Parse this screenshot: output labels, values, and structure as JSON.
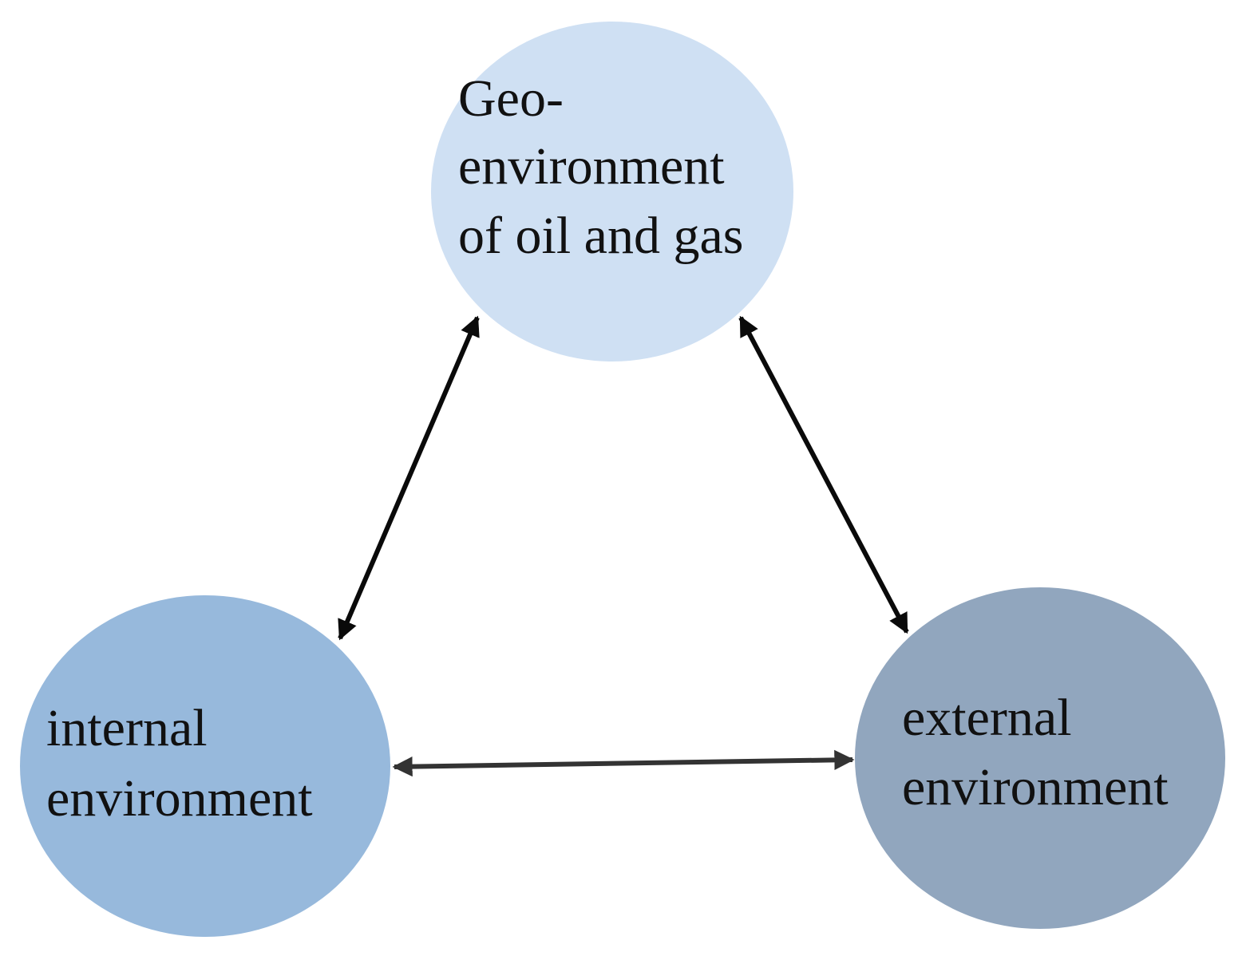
{
  "colors": {
    "geo_node": "#cfe0f3",
    "internal_node": "#97b9dc",
    "external_node": "#91a6be",
    "arrow": "#0a0a0a",
    "arrow_bottom": "#333333"
  },
  "nodes": {
    "geo": {
      "line1": "Geo-",
      "line2": "environment",
      "line3": "of oil and gas"
    },
    "internal": {
      "line1": "internal",
      "line2": "environment"
    },
    "external": {
      "line1": "external",
      "line2": "environment"
    }
  },
  "edges": [
    {
      "from": "geo",
      "to": "internal",
      "direction": "bidirectional"
    },
    {
      "from": "geo",
      "to": "external",
      "direction": "bidirectional"
    },
    {
      "from": "internal",
      "to": "external",
      "direction": "bidirectional"
    }
  ]
}
